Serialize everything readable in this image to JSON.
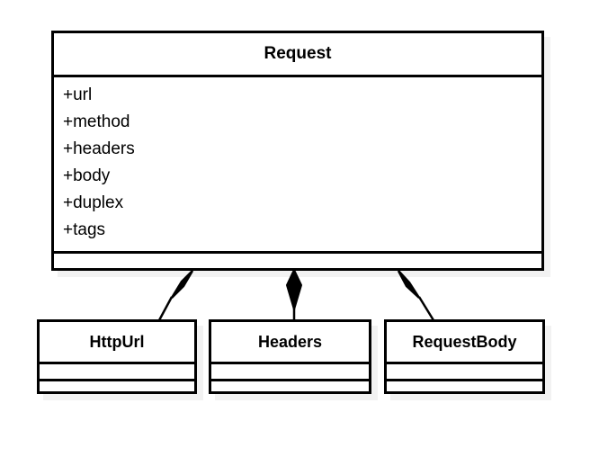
{
  "diagram": {
    "type": "uml-class-diagram",
    "background_color": "#ffffff",
    "line_color": "#000000",
    "shadow_color": "#f2f2f2"
  },
  "classes": {
    "request": {
      "name": "Request",
      "attributes": [
        "+url",
        "+method",
        "+headers",
        "+body",
        "+duplex",
        "+tags"
      ],
      "methods": []
    },
    "http_url": {
      "name": "HttpUrl",
      "attributes": [],
      "methods": []
    },
    "headers": {
      "name": "Headers",
      "attributes": [],
      "methods": []
    },
    "request_body": {
      "name": "RequestBody",
      "attributes": [],
      "methods": []
    }
  },
  "relationships": [
    {
      "kind": "composition",
      "from": "Request",
      "to": "HttpUrl",
      "label": ""
    },
    {
      "kind": "composition",
      "from": "Request",
      "to": "Headers",
      "label": ""
    },
    {
      "kind": "composition",
      "from": "Request",
      "to": "RequestBody",
      "label": ""
    }
  ]
}
